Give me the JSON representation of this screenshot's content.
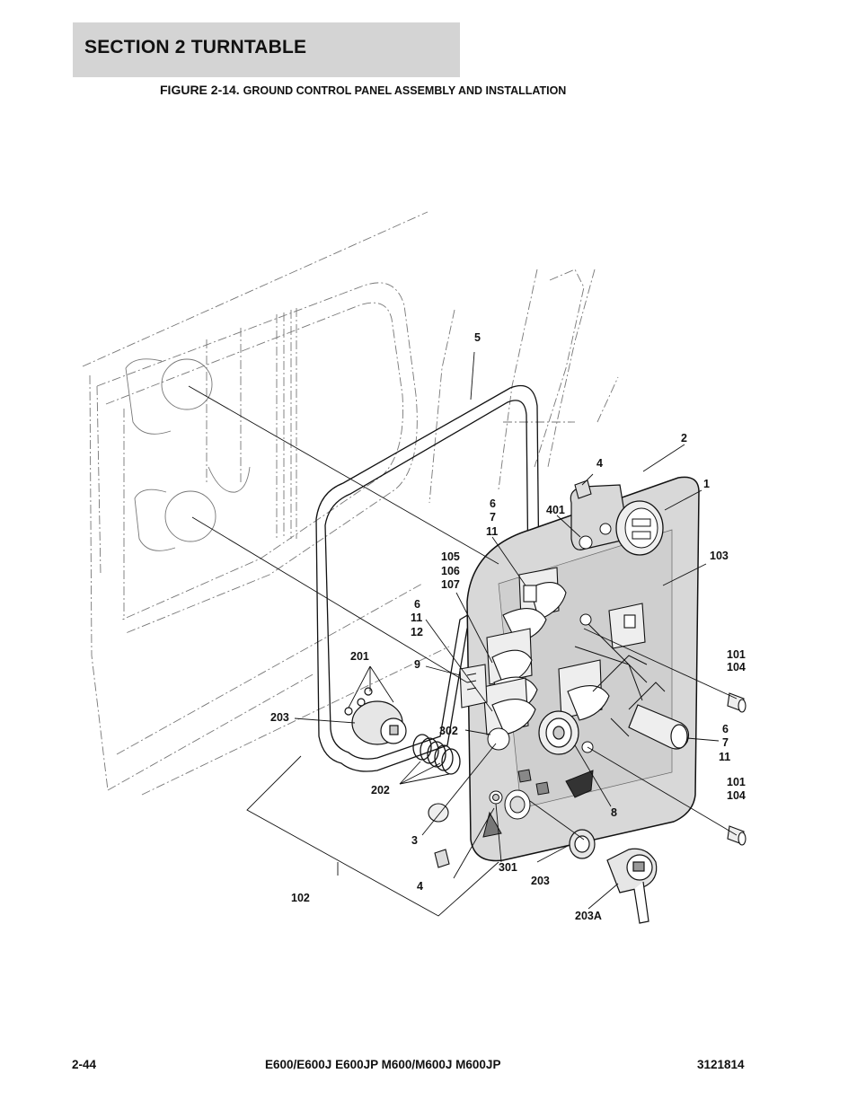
{
  "header": {
    "section": "SECTION 2   TURNTABLE"
  },
  "figure": {
    "number": "FIGURE 2-14.",
    "title": "GROUND CONTROL PANEL ASSEMBLY AND INSTALLATION"
  },
  "callouts": {
    "c5": "5",
    "c2": "2",
    "c4a": "4",
    "c1": "1",
    "c401": "401",
    "c6a": [
      "6",
      "7",
      "11"
    ],
    "c103": "103",
    "c105": [
      "105",
      "106",
      "107"
    ],
    "c6b": [
      "6",
      "11",
      "12"
    ],
    "c201": "201",
    "c9": "9",
    "c101a": [
      "101",
      "104"
    ],
    "c203a": "203",
    "c302": "302",
    "c6c": [
      "6",
      "7",
      "11"
    ],
    "c202": "202",
    "c101b": [
      "101",
      "104"
    ],
    "c8": "8",
    "c3": "3",
    "c301": "301",
    "c4b": "4",
    "c203b": "203",
    "c102": "102",
    "c203A": "203A"
  },
  "footer": {
    "page": "2-44",
    "models": "E600/E600J E600JP M600/M600J M600JP",
    "doc_number": "3121814"
  }
}
